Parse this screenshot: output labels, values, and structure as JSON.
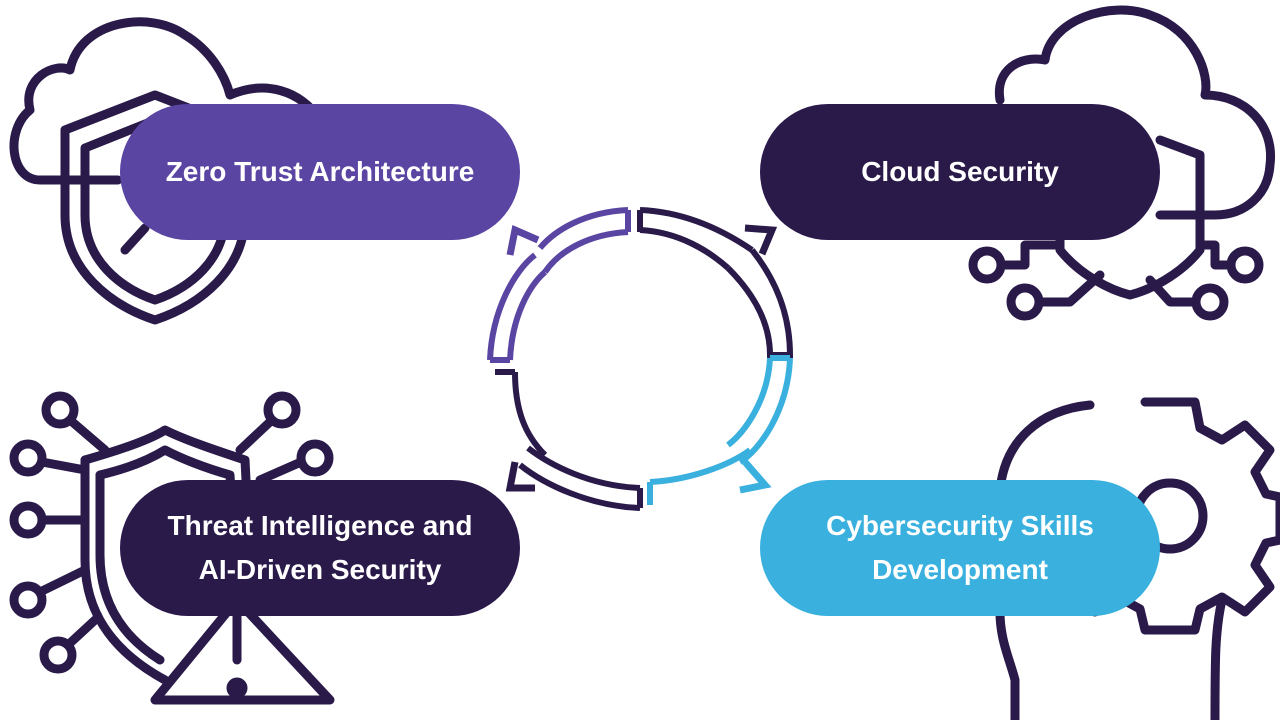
{
  "diagram": {
    "colors": {
      "dark": "#2a1a4a",
      "purple": "#5b45a3",
      "blue": "#3ab0de",
      "white": "#ffffff"
    },
    "nodes": [
      {
        "id": "zero-trust",
        "label": "Zero Trust Architecture",
        "color": "#5b45a3",
        "icon": "cloud-shield-icon"
      },
      {
        "id": "cloud-security",
        "label": "Cloud Security",
        "color": "#2a1a4a",
        "icon": "cloud-circuit-shield-icon"
      },
      {
        "id": "threat-intel",
        "label": "Threat Intelligence and\nAI-Driven Security",
        "color": "#2a1a4a",
        "icon": "circuit-shield-warning-icon"
      },
      {
        "id": "skills",
        "label": "Cybersecurity Skills\nDevelopment",
        "color": "#3ab0de",
        "icon": "head-gear-icon"
      }
    ],
    "cycle": {
      "arrows": [
        {
          "from": "zero-trust",
          "to": "cloud-security",
          "color": "#2a1a4a"
        },
        {
          "from": "cloud-security",
          "to": "skills",
          "color": "#3ab0de"
        },
        {
          "from": "skills",
          "to": "threat-intel",
          "color": "#2a1a4a"
        },
        {
          "from": "threat-intel",
          "to": "zero-trust",
          "color": "#5b45a3"
        }
      ]
    }
  }
}
